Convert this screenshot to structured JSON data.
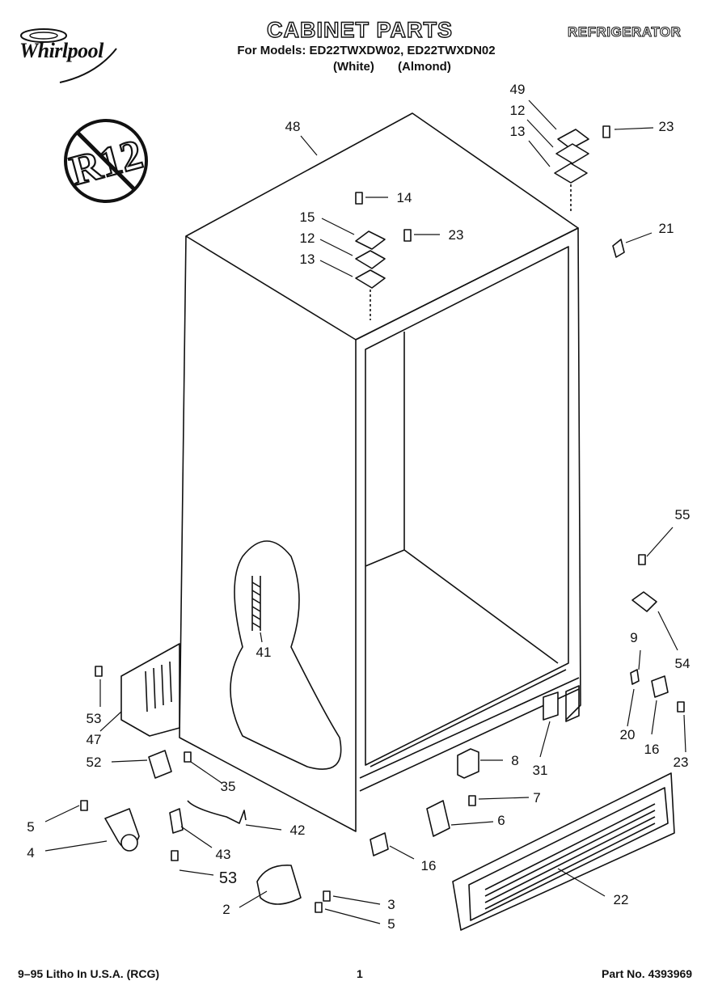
{
  "header": {
    "brand": "Whirlpool",
    "title": "CABINET PARTS",
    "models_line": "For Models: ED22TWXDW02, ED22TWXDN02",
    "variant_white": "(White)",
    "variant_almond": "(Almond)",
    "category": "REFRIGERATOR"
  },
  "badge": {
    "text": "R12",
    "icon": "no-r12-prohibition-icon"
  },
  "callouts": {
    "c48": "48",
    "c49": "49",
    "c12a": "12",
    "c13a": "13",
    "c23a": "23",
    "c14": "14",
    "c15": "15",
    "c12b": "12",
    "c23b": "23",
    "c13b": "13",
    "c21": "21",
    "c55": "55",
    "c9": "9",
    "c54": "54",
    "c41": "41",
    "c53a": "53",
    "c47": "47",
    "c20": "20",
    "c16a": "16",
    "c23c": "23",
    "c52": "52",
    "c8": "8",
    "c31": "31",
    "c35": "35",
    "c7": "7",
    "c5a": "5",
    "c42": "42",
    "c6": "6",
    "c4": "4",
    "c43": "43",
    "c16b": "16",
    "c22": "22",
    "c53b": "53",
    "c2": "2",
    "c3": "3",
    "c5b": "5"
  },
  "footer": {
    "printed": "9–95 Litho In U.S.A. (RCG)",
    "page": "1",
    "part_no": "Part No. 4393969"
  }
}
